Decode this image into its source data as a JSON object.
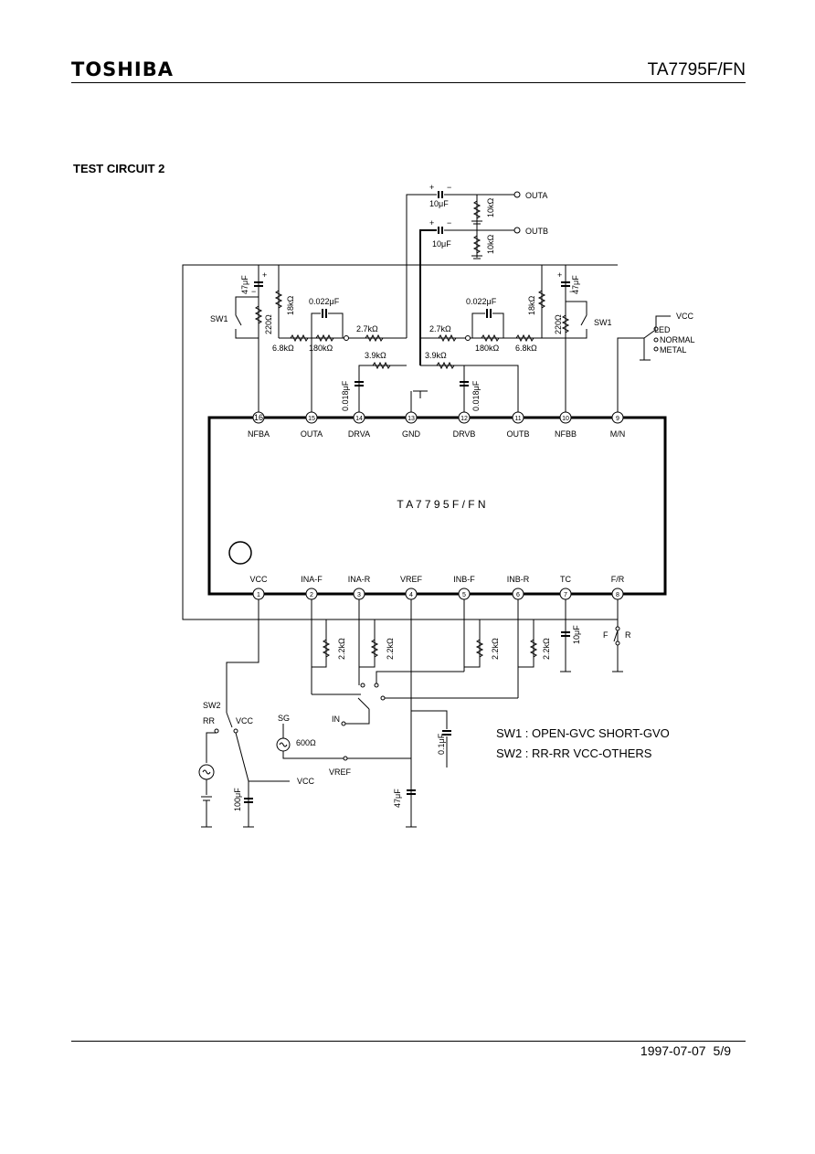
{
  "header": {
    "logo": "TOSHIBA",
    "part_number": "TA7795F/FN"
  },
  "section_title": "TEST CIRCUIT 2",
  "chip_label": "T A 7 7 9 5 F / F N",
  "pins_top": [
    {
      "num": "16",
      "label": "NFBA"
    },
    {
      "num": "15",
      "label": "OUTA"
    },
    {
      "num": "14",
      "label": "DRVA"
    },
    {
      "num": "13",
      "label": "GND"
    },
    {
      "num": "12",
      "label": "DRVB"
    },
    {
      "num": "11",
      "label": "OUTB"
    },
    {
      "num": "10",
      "label": "NFBB"
    },
    {
      "num": "9",
      "label": "M/N"
    }
  ],
  "pins_bottom": [
    {
      "num": "1",
      "label": "VCC"
    },
    {
      "num": "2",
      "label": "INA-F"
    },
    {
      "num": "3",
      "label": "INA-R"
    },
    {
      "num": "4",
      "label": "VREF"
    },
    {
      "num": "5",
      "label": "INB-F"
    },
    {
      "num": "6",
      "label": "INB-R"
    },
    {
      "num": "7",
      "label": "TC"
    },
    {
      "num": "8",
      "label": "F/R"
    }
  ],
  "components": {
    "c_outa": "10μF",
    "r_outa": "10kΩ",
    "out_a": "OUTA",
    "c_outb": "10μF",
    "r_outb": "10kΩ",
    "out_b": "OUTB",
    "c_nfba": "47μF",
    "r_18k_a": "18kΩ",
    "r_220_a": "220Ω",
    "sw1_a": "SW1",
    "c_022_a": "0.022μF",
    "r_68k_a": "6.8kΩ",
    "r_180k_a": "180kΩ",
    "r_27k_a": "2.7kΩ",
    "r_39k_a": "3.9kΩ",
    "c_018_a": "0.018μF",
    "c_022_b": "0.022μF",
    "r_18k_b": "18kΩ",
    "r_220_b": "220Ω",
    "c_nfbb": "47μF",
    "sw1_b": "SW1",
    "r_27k_b": "2.7kΩ",
    "r_180k_b": "180kΩ",
    "r_68k_b": "6.8kΩ",
    "r_39k_b": "3.9kΩ",
    "c_018_b": "0.018μF",
    "vcc_top": "VCC",
    "led": "LED",
    "normal": "NORMAL",
    "metal": "METAL",
    "r_22k_1": "2.2kΩ",
    "r_22k_2": "2.2kΩ",
    "r_22k_3": "2.2kΩ",
    "r_22k_4": "2.2kΩ",
    "c_tc": "10μF",
    "fr_f": "F",
    "fr_r": "R",
    "sw2": "SW2",
    "rr": "RR",
    "vcc_sw2": "VCC",
    "sg": "SG",
    "r_600": "600Ω",
    "in": "IN",
    "vref": "VREF",
    "c_01": "0.1μF",
    "c_100": "100μF",
    "vcc_out": "VCC",
    "c_47": "47μF"
  },
  "notes": [
    "SW1 : OPEN-GVC SHORT-GVO",
    "SW2 : RR-RR VCC-OTHERS"
  ],
  "footer": {
    "date": "1997-07-07",
    "page": "5/9"
  }
}
